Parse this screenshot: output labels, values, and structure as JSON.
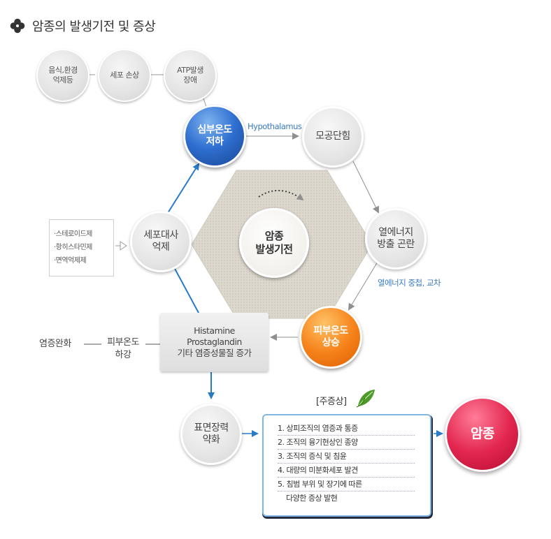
{
  "page_title": "암종의 발생기전 및 증상",
  "colors": {
    "blue_node": "#2f6fd0",
    "orange_node": "#f6821a",
    "red_node": "#e3264f",
    "arrow_blue": "#2a7ac8",
    "arrow_gray": "#9a9a9a",
    "label_blue": "#3a7ac2",
    "hexagon": "#d8d4ca"
  },
  "nodes": {
    "food_env": {
      "line1": "음식,환경",
      "line2": "억제등"
    },
    "cell_damage": {
      "line1": "세포 손상"
    },
    "atp_disorder": {
      "line1": "ATP발생",
      "line2": "장애"
    },
    "core_temp_drop": {
      "line1": "심부온도",
      "line2": "저하"
    },
    "capillary_block": {
      "line1": "모공단힘"
    },
    "heat_energy": {
      "line1": "열에너지",
      "line2": "방출 곤란"
    },
    "skin_temp_rise": {
      "line1": "피부온도",
      "line2": "상승"
    },
    "metabolism_suppress": {
      "line1": "세포대사",
      "line2": "억제"
    },
    "center": {
      "line1": "암종",
      "line2": "발생기전"
    },
    "surface_tension": {
      "line1": "표면장력",
      "line2": "약화"
    },
    "cancer": {
      "line1": "암종"
    }
  },
  "inflammation_box": {
    "line1": "Histamine",
    "line2": "Prostaglandin",
    "line3": "기타 염증성물질 증가"
  },
  "drug_list": [
    "·스테로이드제",
    "·항히스타민제",
    "·면역억제제"
  ],
  "labels": {
    "hypothalamus": "Hypothalamus",
    "heat_overlap": "열에너지 중첩, 교차",
    "skin_temp_fall": {
      "line1": "피부온도",
      "line2": "하강"
    },
    "inflammation_relief": "염증완화"
  },
  "symptoms": {
    "title": "[주증상]",
    "items": [
      "1. 상피조직의 염증과 통증",
      "2. 조직의 융기현상인 종양",
      "3. 조직의 증식 및 침윤",
      "4. 대량의 미분화세포 발견",
      "5. 침범 부위 및 장기에 따른"
    ],
    "item5_cont": "다양한 증상 발현"
  },
  "icons": {
    "title": "clover-icon",
    "symptoms": "leaf-icon"
  }
}
